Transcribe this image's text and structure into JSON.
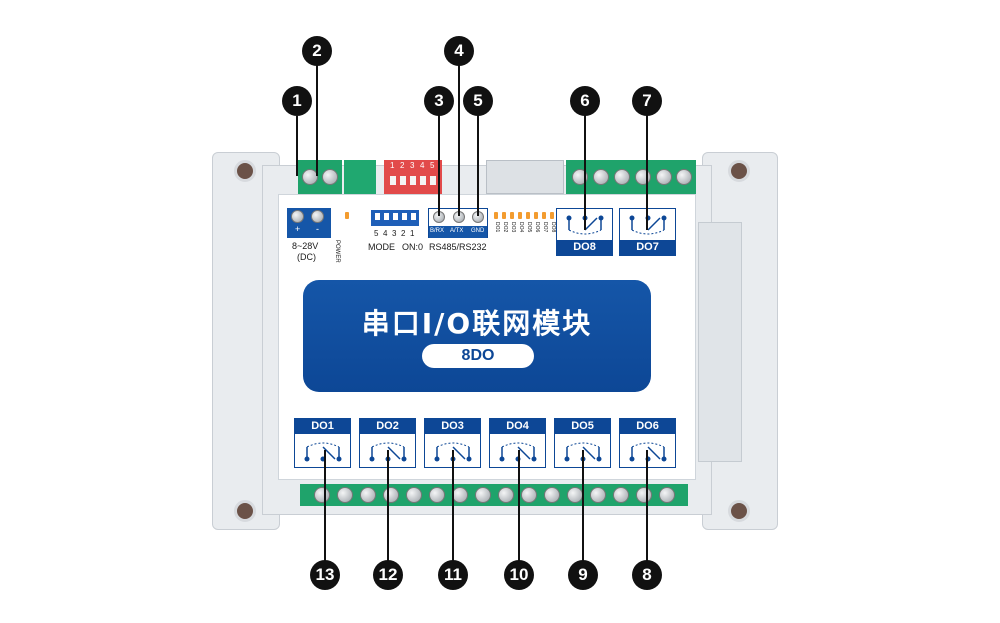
{
  "module": {
    "title": "串口I/O联网模块",
    "model": "8DO"
  },
  "power": {
    "plus": "+",
    "minus": "-",
    "range": "8~28V",
    "unit": "(DC)",
    "led_label": "POWER"
  },
  "mode": {
    "switch_numbers": [
      "5",
      "4",
      "3",
      "2",
      "1"
    ],
    "mode_label": "MODE",
    "on_label": "ON:0"
  },
  "comm": {
    "terminals": [
      "B/RX",
      "A/TX",
      "GND"
    ],
    "label": "RS485/RS232"
  },
  "top_dip_numbers": [
    "1",
    "2",
    "3",
    "4",
    "5"
  ],
  "do_leds": [
    "DO1",
    "DO2",
    "DO3",
    "DO4",
    "DO5",
    "DO6",
    "DO7",
    "DO8"
  ],
  "outputs_top": [
    "DO8",
    "DO7"
  ],
  "outputs_bottom": [
    "DO1",
    "DO2",
    "DO3",
    "DO4",
    "DO5",
    "DO6"
  ],
  "callouts_top": [
    "1",
    "2",
    "3",
    "4",
    "5",
    "6",
    "7"
  ],
  "callouts_bottom": [
    "13",
    "12",
    "11",
    "10",
    "9",
    "8"
  ],
  "colors": {
    "brand_blue": "#0d4796",
    "terminal_green": "#1fa36b",
    "enclosure": "#e9ecef",
    "led": "#f39c2f"
  }
}
